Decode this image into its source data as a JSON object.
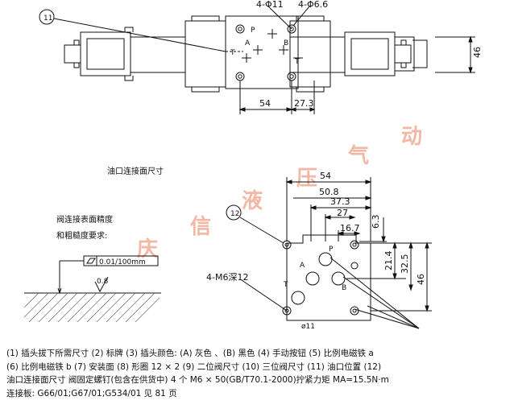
{
  "top_view": {
    "callout_id": "11",
    "hole_large": "4-Φ11",
    "hole_small": "4-Φ6.6",
    "port_p": "P",
    "port_a": "A",
    "port_b": "B",
    "port_t_left": "T",
    "port_t_lower": "T",
    "dim_54": "54",
    "dim_27_3": "27.3",
    "dim_46": "46"
  },
  "mount_title": "油口连接面尺寸",
  "finish_title_line1": "阀连接表面精度",
  "finish_title_line2": "和粗糙度要求:",
  "flatness": "0.01/100mm",
  "roughness": "0.8",
  "interface": {
    "callout_id": "12",
    "bolt_spec": "4-M6深12",
    "dim_54": "54",
    "dim_50_8": "50.8",
    "dim_37_3": "37.3",
    "dim_27": "27",
    "dim_16_7": "16.7",
    "dim_6_3": "6.3",
    "dim_21_4": "21.4",
    "dim_32_5": "32.5",
    "dim_46": "46",
    "dia_11": "ø11",
    "port_p": "P",
    "port_a": "A",
    "port_b": "B",
    "port_t": "T"
  },
  "watermark": [
    "庆",
    "信",
    "液",
    "压",
    "气",
    "动"
  ],
  "notes": {
    "line1": "(1) 插头拔下所需尺寸   (2) 标牌  (3) 插头颜色: (A)  灰色 、(B)  黑色    (4) 手动按钮 (5) 比例电磁铁 a",
    "line2": "(6) 比例电磁铁 b   (7) 安装面   (8) 形圈 12 × 2    (9) 二位阀尺寸    (10) 三位阀尺寸   (11) 油口位置   (12)",
    "line3": "油口连接面尺寸 阀固定螺钉(包含在供货中) 4 个 M6 × 50(GB/T70.1-2000)拧紧力矩 MA=15.5N·m",
    "line4": "连接板: G66/01;G67/01;G534/01     见 81 页"
  }
}
